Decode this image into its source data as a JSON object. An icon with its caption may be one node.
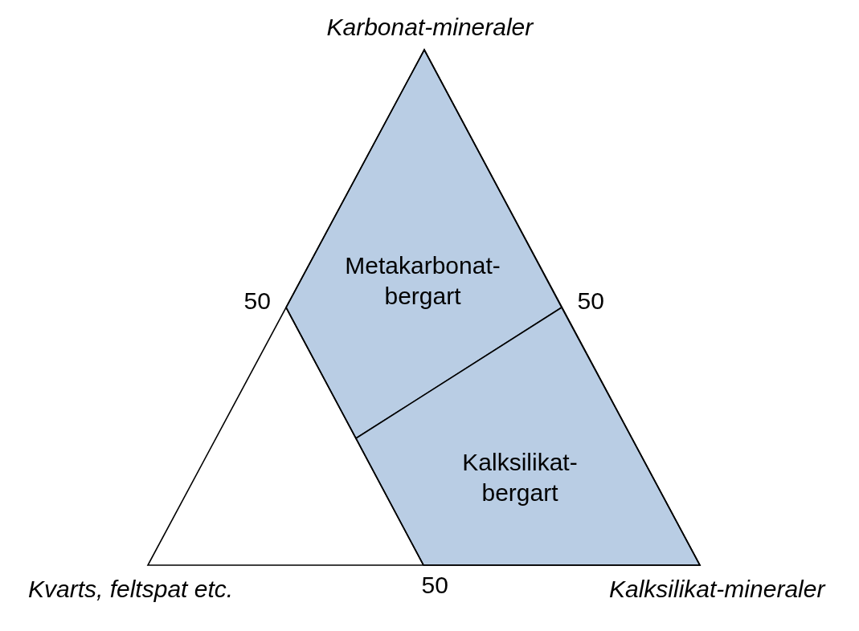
{
  "diagram": {
    "nodes": [
      {
        "text": [
          "Metakarbonat-bergart"
        ]
      },
      {
        "text": [
          "Kalksilikat-bergart"
        ]
      }
    ],
    "labels": [
      "Karbonat-mineraler",
      "50",
      "50",
      "Kvarts, feltspat etc.",
      "50",
      "Kalksilikat-mineraler"
    ]
  }
}
